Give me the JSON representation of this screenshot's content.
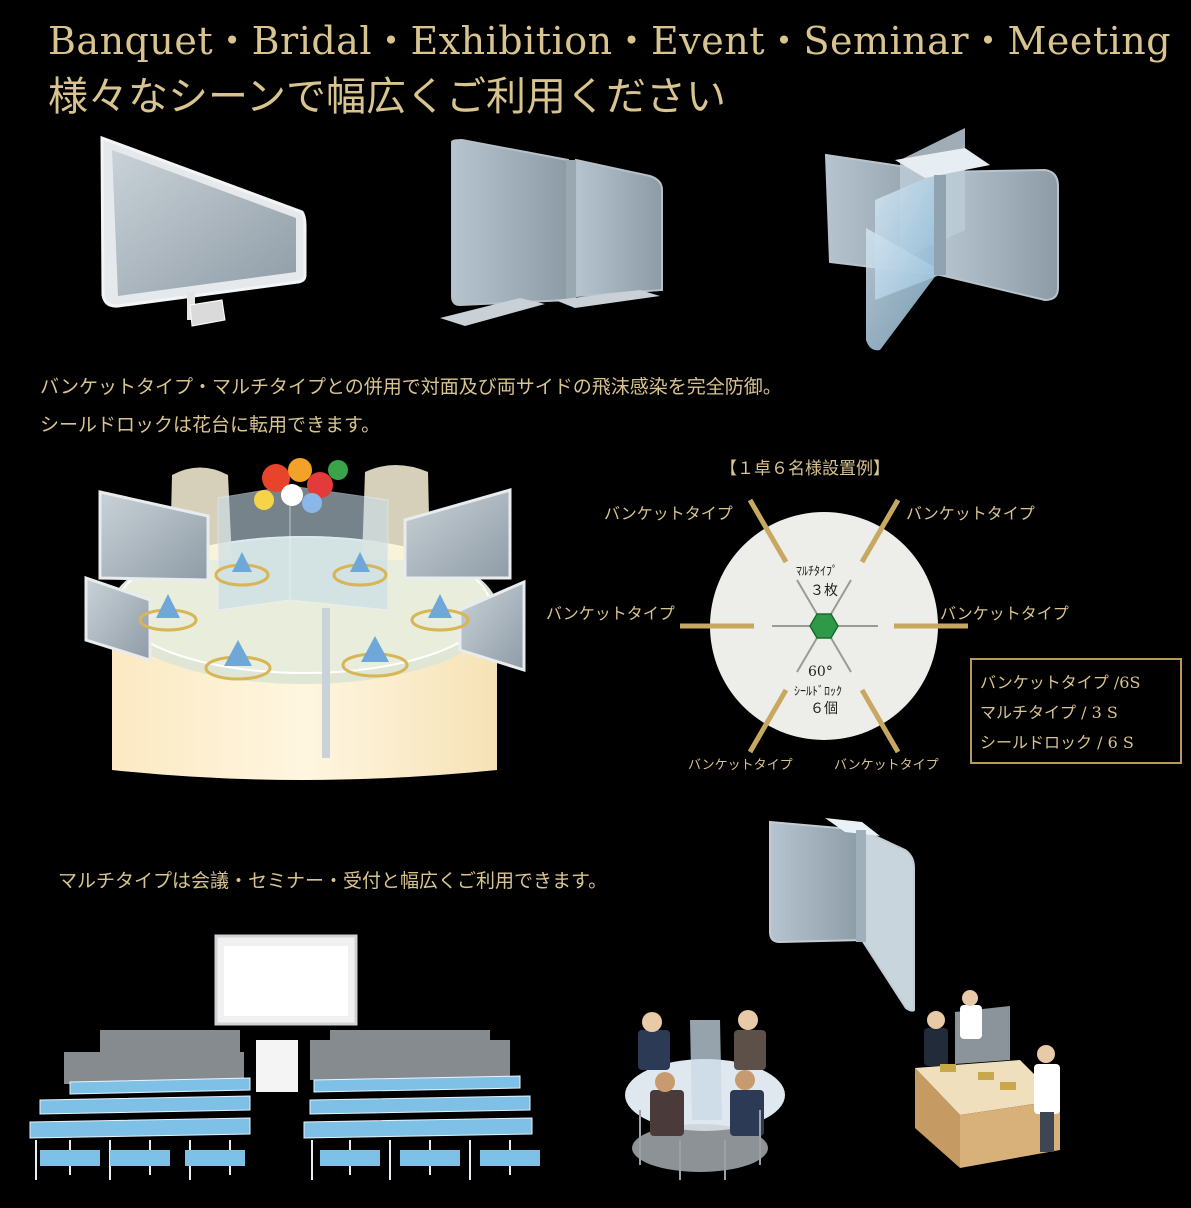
{
  "header": {
    "scenes": "Banquet・Bridal・Exhibition・Event・Seminar・Meeting",
    "subtitle": "様々なシーンで幅広くご利用ください"
  },
  "description": {
    "line1": "バンケットタイプ・マルチタイプとの併用で対面及び両サイドの飛沫感染を完全防御。",
    "line2": "シールドロックは花台に転用できます。"
  },
  "layout_diagram": {
    "title": "【１卓６名様設置例】",
    "banquet_label": "バンケットタイプ",
    "center_top_label": "ﾏﾙﾁﾀｲﾌﾟ",
    "center_top_count": "３枚",
    "angle": "60°",
    "lock_label": "ｼｰﾙﾄﾞﾛｯｸ",
    "lock_count": "６個"
  },
  "legend": {
    "item1": "バンケットタイプ /6S",
    "item2": "マルチタイプ / 3 S",
    "item3": "シールドロック / 6 S"
  },
  "multi_use_text": "マルチタイプは会議・セミナー・受付と幅広くご利用できます。",
  "colors": {
    "gold": "#d9c48f",
    "gold_line": "#c6a861",
    "background": "#000000",
    "table_cream": "#fbeed0",
    "panel": "#a9b4bd"
  }
}
